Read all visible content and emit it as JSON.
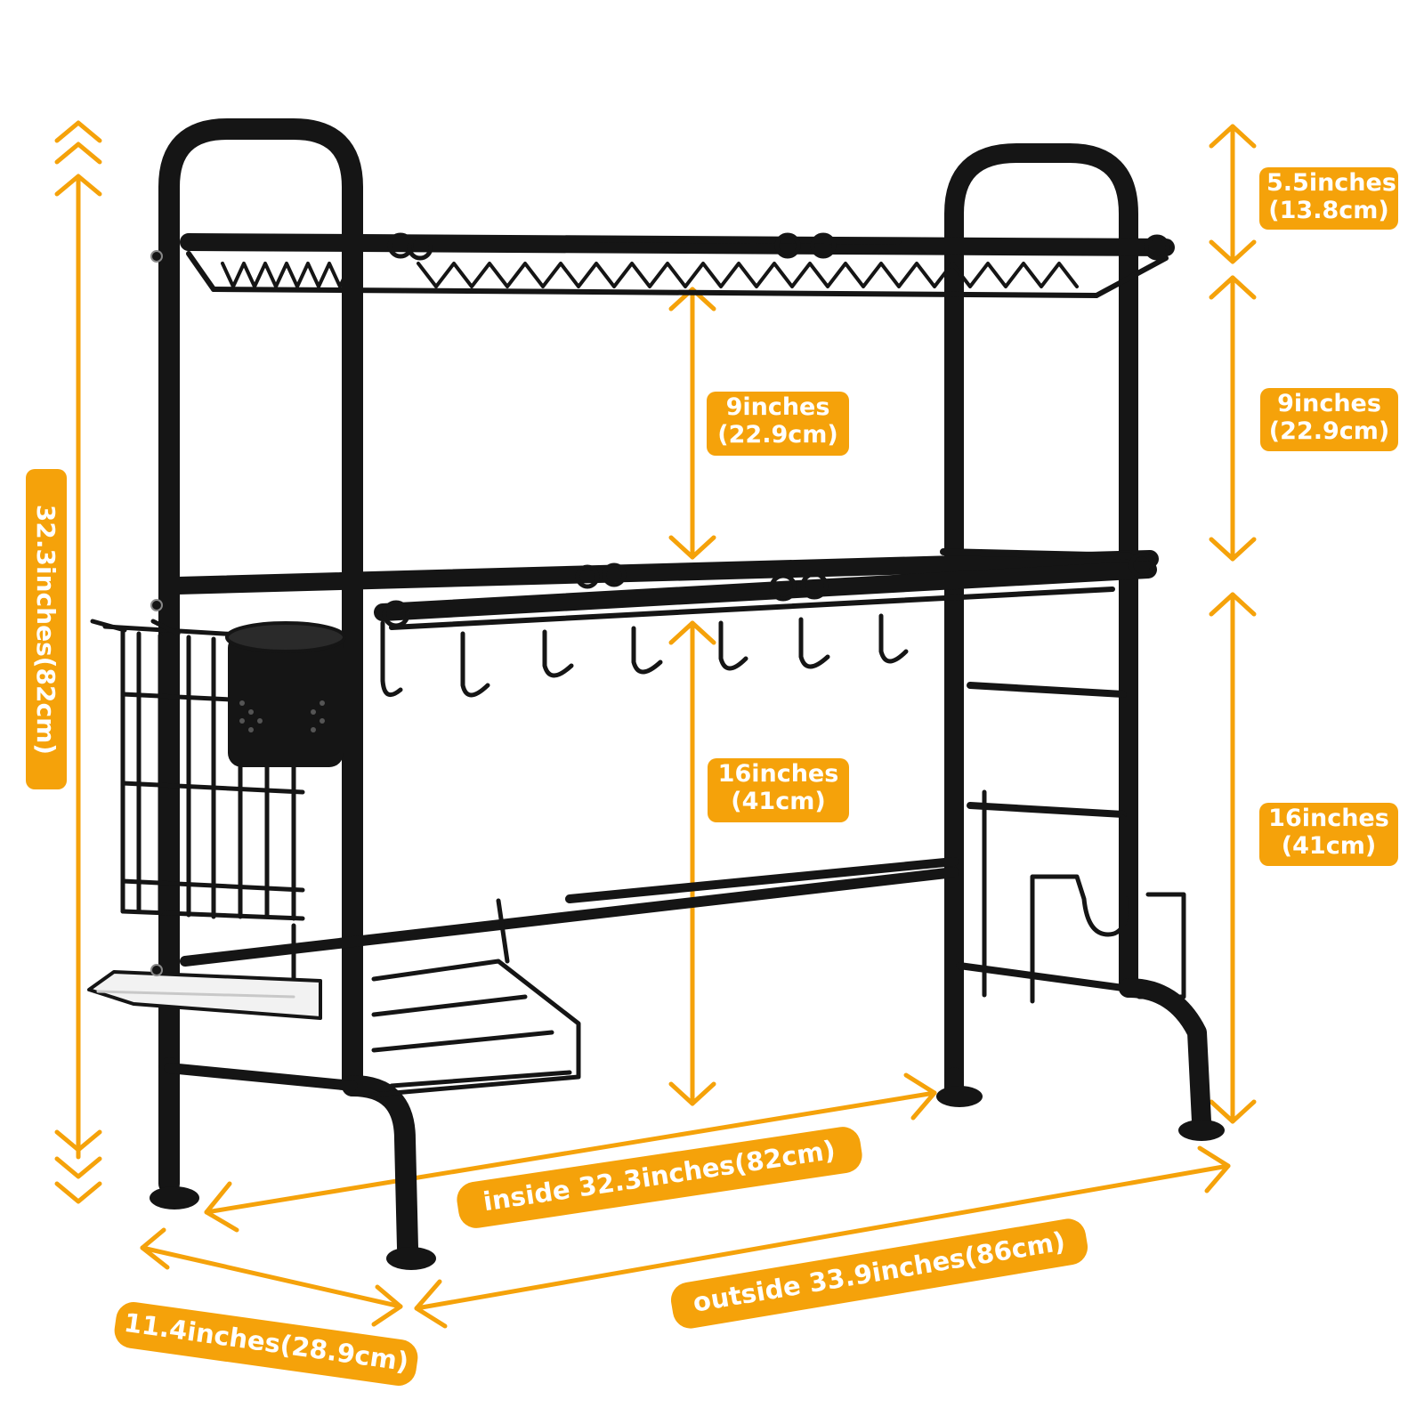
{
  "colors": {
    "accent": "#f5a20a",
    "rack": "#151515",
    "rack_highlight": "#3a3a3a",
    "label_text": "#ffffff",
    "tray": "#f2f2f2"
  },
  "dimensions": {
    "overall_height": "32.3inches(82cm)",
    "top_clearance": {
      "in": "5.5inches",
      "cm": "(13.8cm)"
    },
    "upper_gap_center": {
      "in": "9inches",
      "cm": "(22.9cm)"
    },
    "upper_gap_side": {
      "in": "9inches",
      "cm": "(22.9cm)"
    },
    "lower_gap_center": {
      "in": "16inches",
      "cm": "(41cm)"
    },
    "lower_gap_side": {
      "in": "16inches",
      "cm": "(41cm)"
    },
    "inside_width": "inside 32.3inches(82cm)",
    "outside_width": "outside 33.9inches(86cm)",
    "depth": "11.4inches(28.9cm)"
  }
}
